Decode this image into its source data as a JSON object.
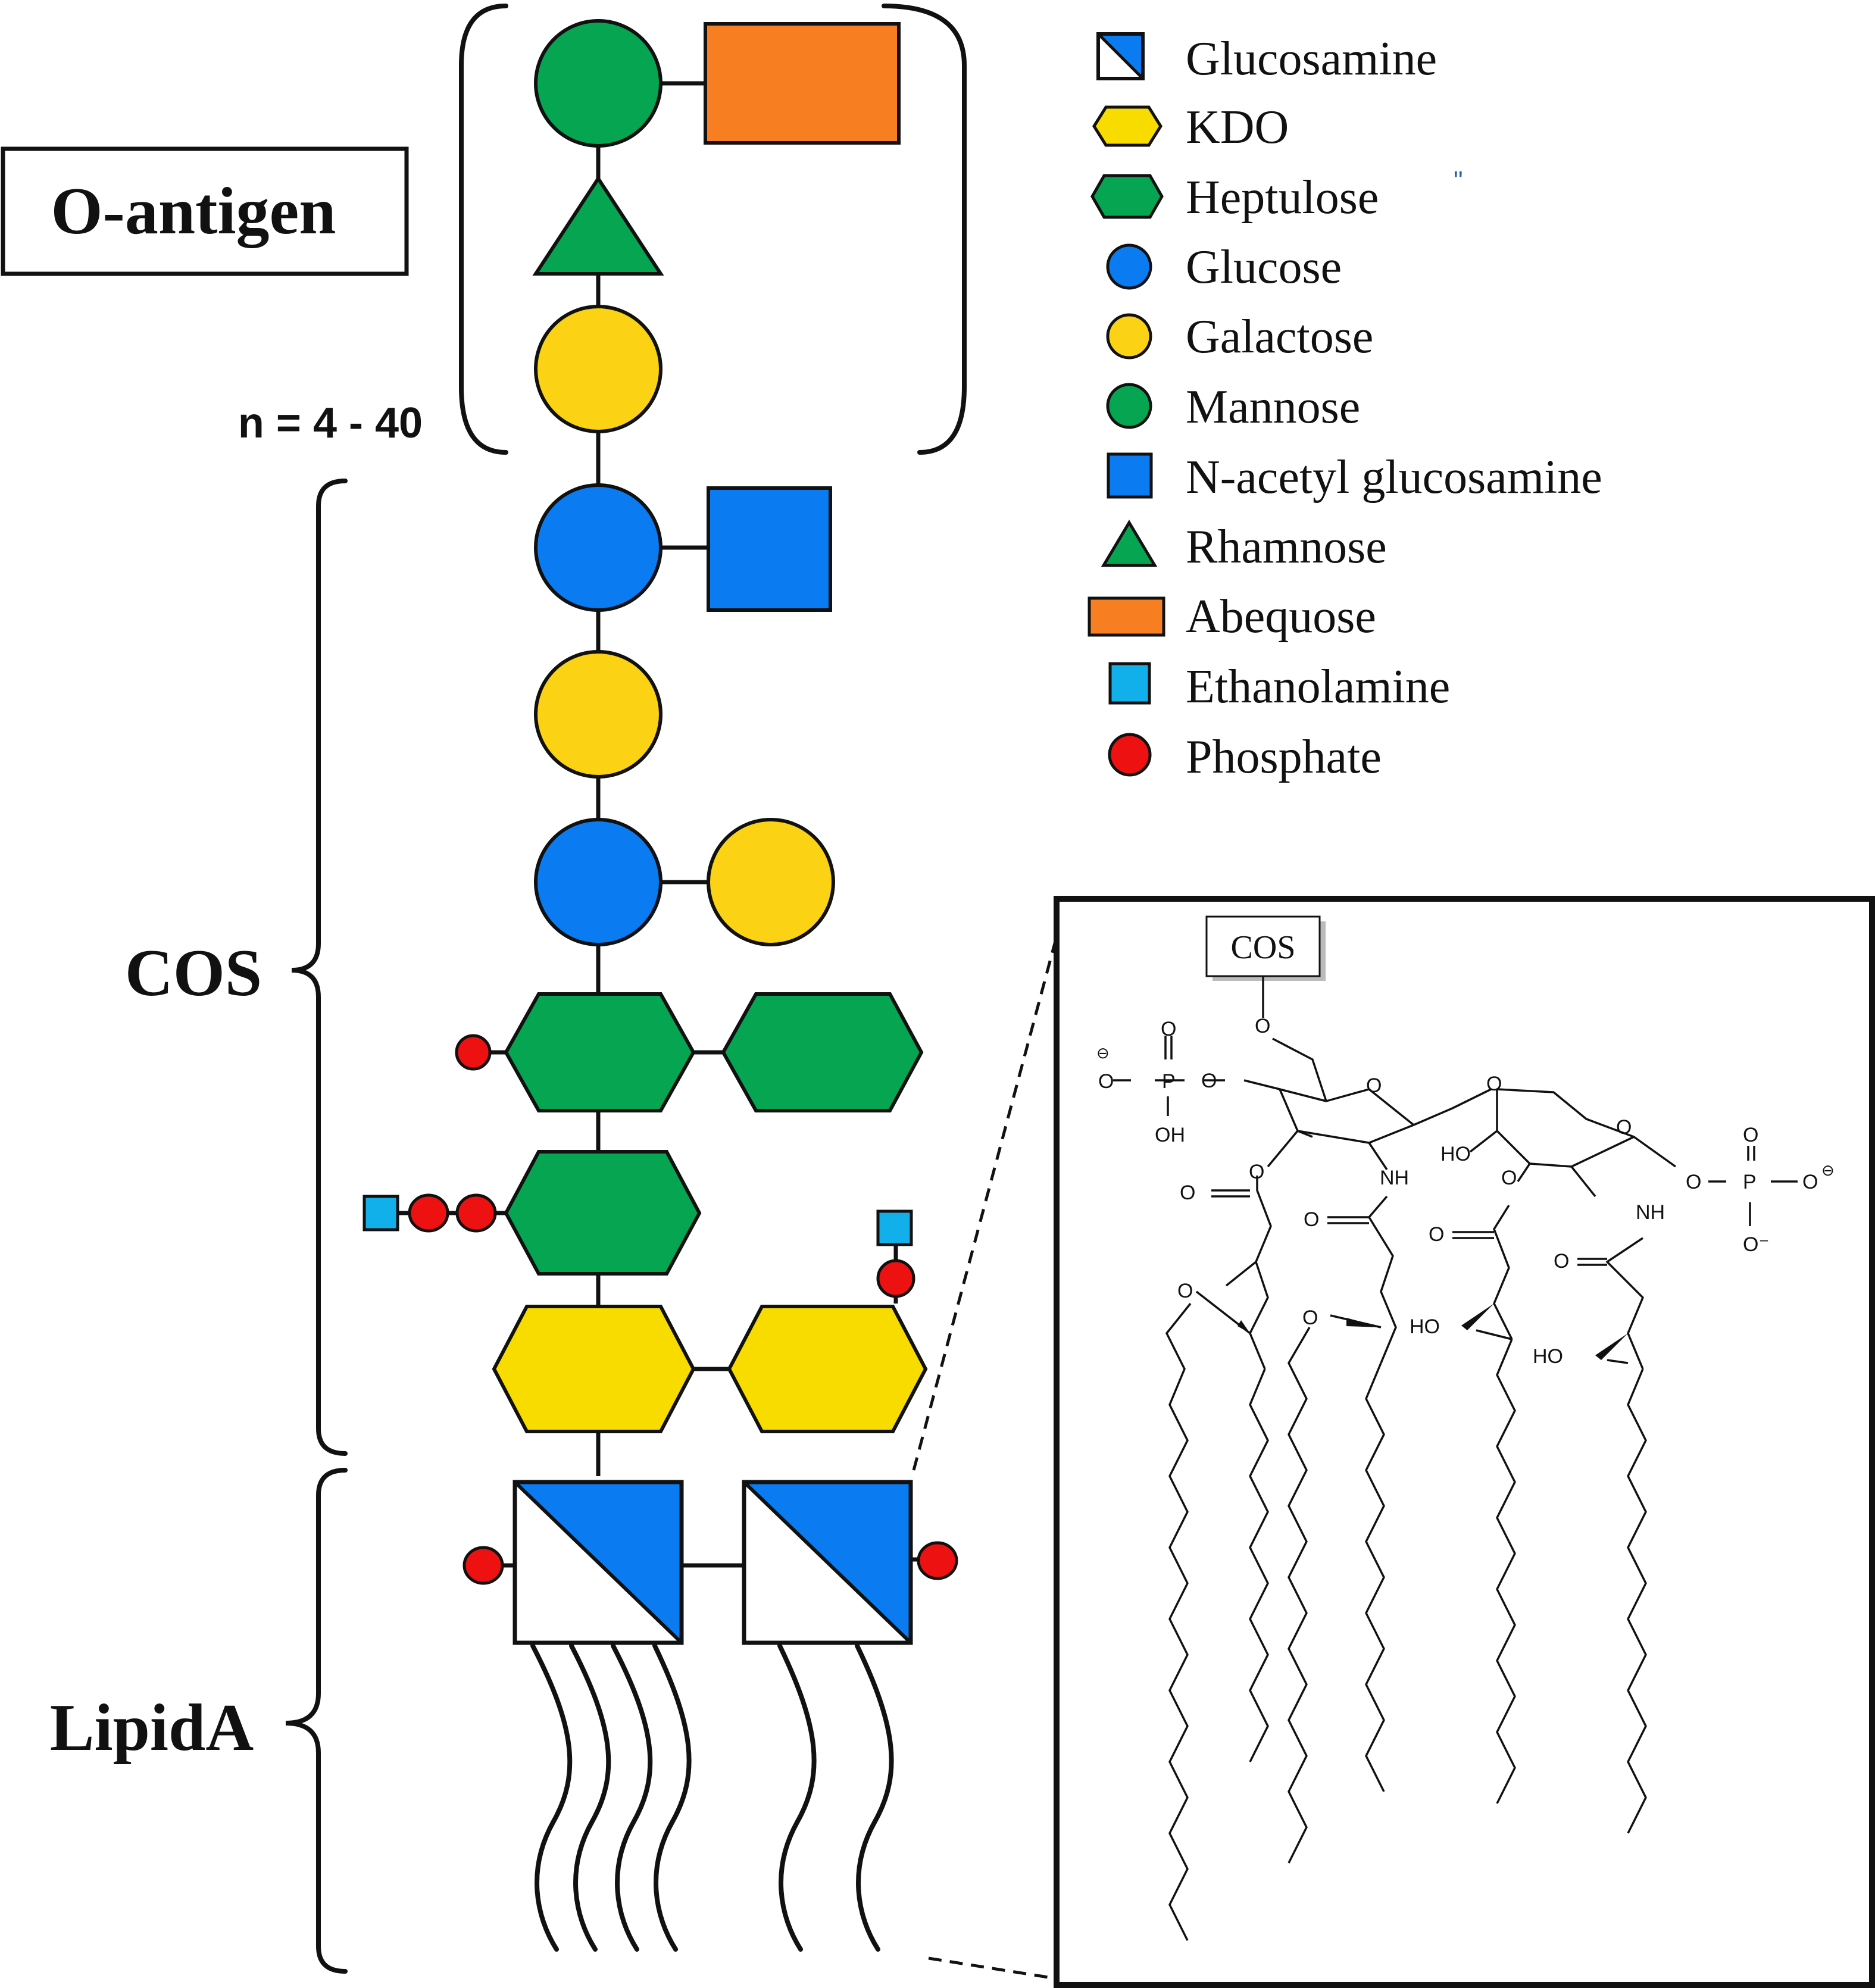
{
  "labels": {
    "o_antigen": "O-antigen",
    "repeat": "n = 4 - 40",
    "cos": "COS",
    "lipid_a": "LipidA"
  },
  "legend": [
    {
      "label": "Glucosamine",
      "shape": "split-square",
      "color": "#0a7bf0"
    },
    {
      "label": "KDO",
      "shape": "hexagon",
      "color": "#f8dc00"
    },
    {
      "label": "Heptulose",
      "shape": "hexagon",
      "color": "#06a552"
    },
    {
      "label": "Glucose",
      "shape": "circle",
      "color": "#0a7bf0"
    },
    {
      "label": "Galactose",
      "shape": "circle",
      "color": "#fbd214"
    },
    {
      "label": "Mannose",
      "shape": "circle",
      "color": "#06a552"
    },
    {
      "label": "N-acetyl glucosamine",
      "shape": "square",
      "color": "#0a7bf0"
    },
    {
      "label": "Rhamnose",
      "shape": "triangle",
      "color": "#06a552"
    },
    {
      "label": "Abequose",
      "shape": "rectangle",
      "color": "#f77f22"
    },
    {
      "label": "Ethanolamine",
      "shape": "small-square",
      "color": "#12b0ea"
    },
    {
      "label": "Phosphate",
      "shape": "small-circle",
      "color": "#ee1111"
    }
  ],
  "legend_mark": "\"",
  "structure": {
    "box_label": "COS",
    "atoms": {
      "o": "O",
      "p": "P",
      "oh": "OH",
      "ho": "HO",
      "nh": "NH",
      "minus": "⊖",
      "o_minus": "O⁻"
    }
  }
}
